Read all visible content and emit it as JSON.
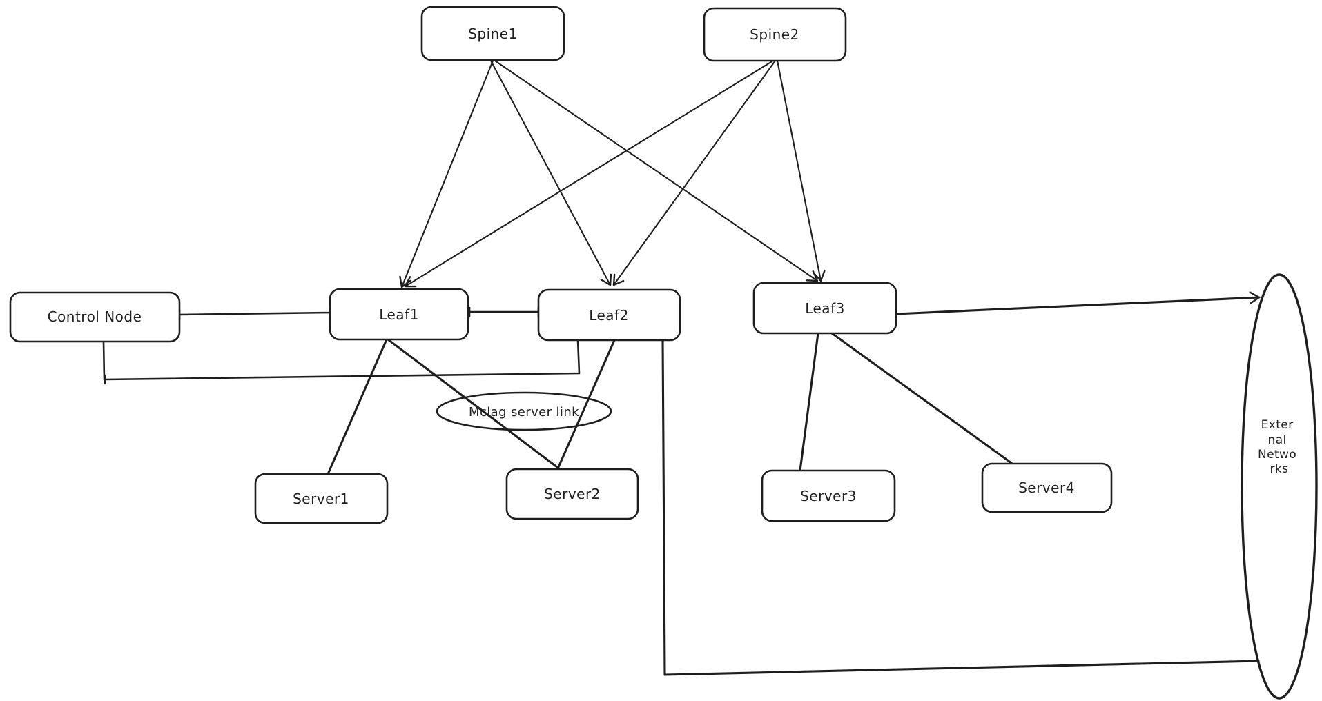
{
  "diagram": {
    "colors": {
      "stroke": "#1e1e1e",
      "background": "#ffffff"
    },
    "nodes": {
      "spine1": {
        "label": "Spine1"
      },
      "spine2": {
        "label": "Spine2"
      },
      "control": {
        "label": "Control Node"
      },
      "leaf1": {
        "label": "Leaf1"
      },
      "leaf2": {
        "label": "Leaf2"
      },
      "leaf3": {
        "label": "Leaf3"
      },
      "server1": {
        "label": "Server1"
      },
      "server2": {
        "label": "Server2"
      },
      "server3": {
        "label": "Server3"
      },
      "server4": {
        "label": "Server4"
      }
    },
    "labels": {
      "mclag": "Mclag server link",
      "external": {
        "full": "External Networks",
        "lines": [
          "Exter",
          "nal",
          "Netwo",
          "rks"
        ]
      }
    },
    "edges": [
      {
        "from": "Spine1",
        "to": "Leaf1",
        "arrow": true
      },
      {
        "from": "Spine1",
        "to": "Leaf2",
        "arrow": true
      },
      {
        "from": "Spine1",
        "to": "Leaf3",
        "arrow": true
      },
      {
        "from": "Spine2",
        "to": "Leaf1",
        "arrow": true
      },
      {
        "from": "Spine2",
        "to": "Leaf2",
        "arrow": true
      },
      {
        "from": "Spine2",
        "to": "Leaf3",
        "arrow": true
      },
      {
        "from": "Control Node",
        "to": "Leaf1",
        "arrow": false
      },
      {
        "from": "Control Node",
        "to": "Leaf2",
        "arrow": false
      },
      {
        "from": "Leaf1",
        "to": "Leaf2",
        "arrow": false
      },
      {
        "from": "Leaf1",
        "to": "Server1",
        "arrow": false
      },
      {
        "from": "Leaf1",
        "to": "Server2",
        "arrow": false
      },
      {
        "from": "Leaf2",
        "to": "Server2",
        "arrow": false
      },
      {
        "from": "Leaf2",
        "to": "External Networks",
        "arrow": false
      },
      {
        "from": "Leaf3",
        "to": "Server3",
        "arrow": false
      },
      {
        "from": "Leaf3",
        "to": "Server4",
        "arrow": false
      },
      {
        "from": "Leaf3",
        "to": "External Networks",
        "arrow": true
      }
    ]
  }
}
